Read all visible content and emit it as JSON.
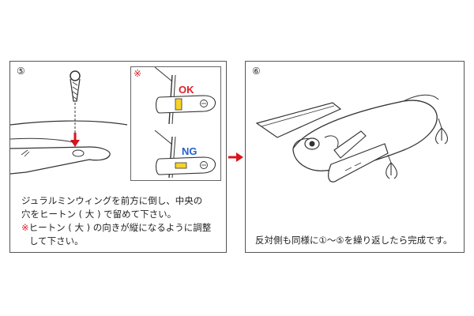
{
  "step5": {
    "number": "⑤",
    "inset_mark": "※",
    "ok_label": "OK",
    "ng_label": "NG",
    "line1": "ジュラルミンウィングを前方に倒し、中央の",
    "line2": "穴をヒートン ( 大 ) で留めて下さい。",
    "note_mark": "※",
    "line3": "ヒートン ( 大 ) の向きが縦になるように調整",
    "line4": "して下さい。"
  },
  "step6": {
    "number": "⑥",
    "text": "反対側も同様に①〜⑤を繰り返したら完成です。"
  },
  "colors": {
    "ok": "#e0202a",
    "ng": "#2460c8",
    "highlight": "#f5d32a"
  }
}
